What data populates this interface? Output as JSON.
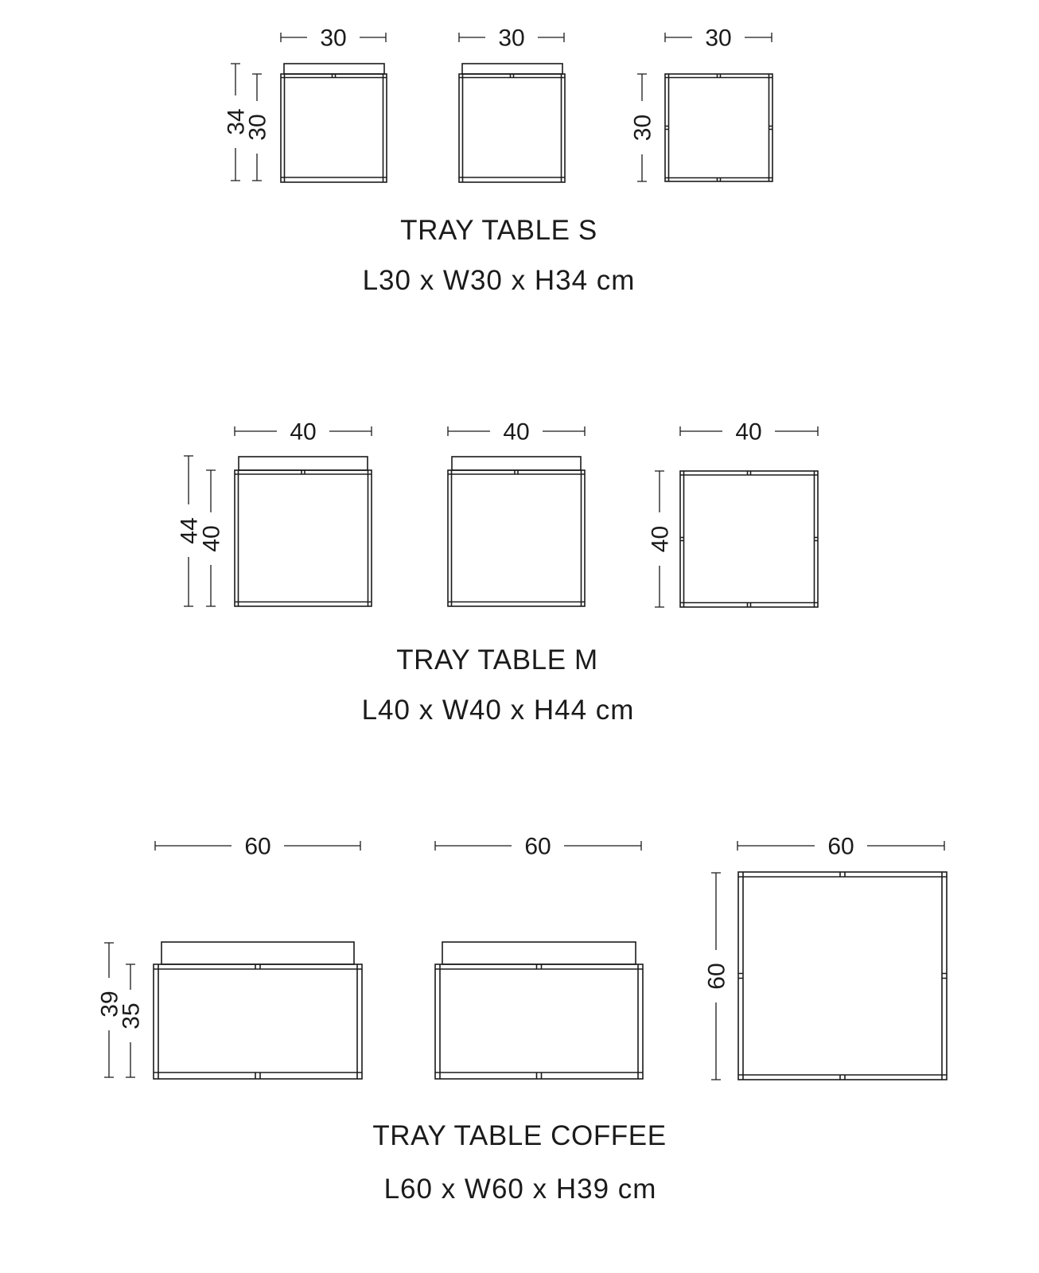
{
  "page": {
    "background_color": "#ffffff",
    "line_color": "#1b1b1b"
  },
  "products": [
    {
      "id": "tray-table-s",
      "title": "TRAY TABLE S",
      "size_label": "L30 x W30 x H34 cm",
      "dims": {
        "width_front": "30",
        "width_side": "30",
        "width_top": "30",
        "height_total": "34",
        "height_frame": "30",
        "depth_top": "30"
      }
    },
    {
      "id": "tray-table-m",
      "title": "TRAY TABLE M",
      "size_label": "L40 x W40 x H44 cm",
      "dims": {
        "width_front": "40",
        "width_side": "40",
        "width_top": "40",
        "height_total": "44",
        "height_frame": "40",
        "depth_top": "40"
      }
    },
    {
      "id": "tray-table-coffee",
      "title": "TRAY TABLE COFFEE",
      "size_label": "L60 x W60 x H39 cm",
      "dims": {
        "width_front": "60",
        "width_side": "60",
        "width_top": "60",
        "height_total": "39",
        "height_frame": "35",
        "depth_top": "60"
      }
    }
  ]
}
